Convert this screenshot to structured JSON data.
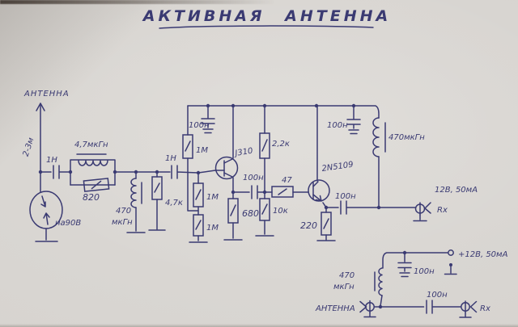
{
  "title": "АКТИВНАЯ АНТЕННА",
  "colors": {
    "ink": "#3a3a72",
    "paper": "#d7d4d0"
  },
  "main": {
    "antenna": "АНТЕННА",
    "lead": "2-3м",
    "arrester": "на90В",
    "c1": "1Н",
    "l_tank": "4,7мкГн",
    "r_tank": "820",
    "l_shunt_val": "470",
    "l_shunt_unit": "мкГн",
    "r_shunt": "4,7к",
    "c2": "1Н",
    "r_div1": "1М",
    "r_div2": "1М",
    "r_div3": "1М",
    "q1": "J310",
    "c_rail_l": "100н",
    "r_source": "680",
    "c_stage": "100н",
    "r_bias_up": "2,2к",
    "r_bias_dn": "10к",
    "r_base": "47",
    "q2": "2N5109",
    "r_emit": "220",
    "c_out": "100н",
    "c_rail_r": "100н",
    "l_feed": "470мкГн",
    "power": "12В, 50мА",
    "rx": "Rx"
  },
  "tee": {
    "supply": "+12В, 50мА",
    "c_byp": "100н",
    "l_val": "470",
    "l_unit": "мкГн",
    "c_ser": "100н",
    "antenna": "АНТЕННА",
    "rx": "Rx"
  }
}
